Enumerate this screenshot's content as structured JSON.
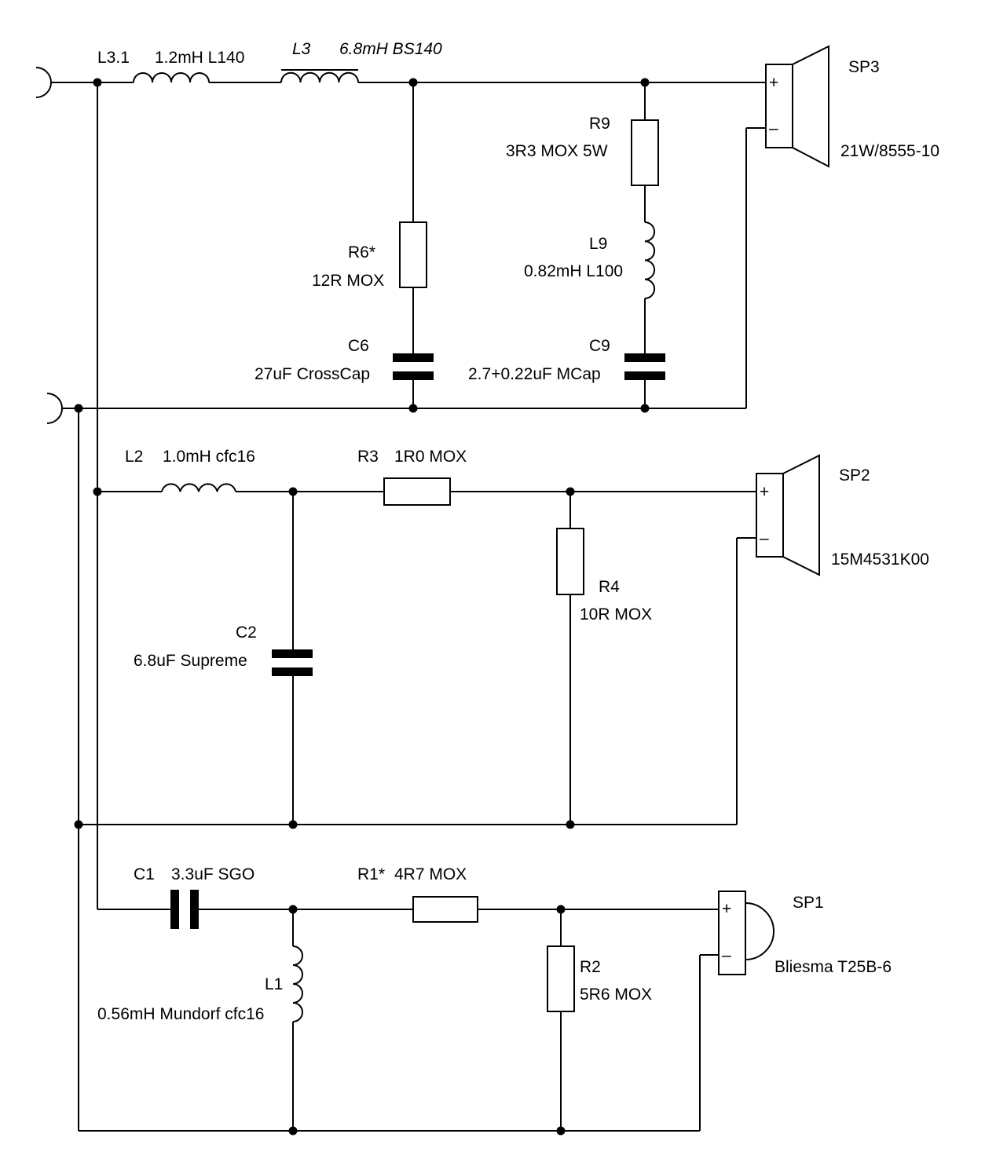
{
  "labels": {
    "l31": "L3.1",
    "l31_val": "1.2mH L140",
    "l3": "L3",
    "l3_val": "6.8mH BS140",
    "sp3": "SP3",
    "sp3_model": "21W/8555-10",
    "r9": "R9",
    "r9_val": "3R3 MOX 5W",
    "r6": "R6*",
    "r6_val": "12R MOX",
    "l9": "L9",
    "l9_val": "0.82mH L100",
    "c6": "C6",
    "c6_val": "27uF CrossCap",
    "c9": "C9",
    "c9_val": "2.7+0.22uF MCap",
    "l2": "L2",
    "l2_val": "1.0mH cfc16",
    "r3": "R3",
    "r3_val": "1R0 MOX",
    "sp2": "SP2",
    "sp2_model": "15M4531K00",
    "r4": "R4",
    "r4_val": "10R MOX",
    "c2": "C2",
    "c2_val": "6.8uF Supreme",
    "c1": "C1",
    "c1_val": "3.3uF SGO",
    "r1": "R1*",
    "r1_val": "4R7 MOX",
    "sp1": "SP1",
    "sp1_model": "Bliesma T25B-6",
    "r2": "R2",
    "r2_val": "5R6 MOX",
    "l1": "L1",
    "l1_val": "0.56mH Mundorf cfc16",
    "plus": "+",
    "minus": "–"
  }
}
